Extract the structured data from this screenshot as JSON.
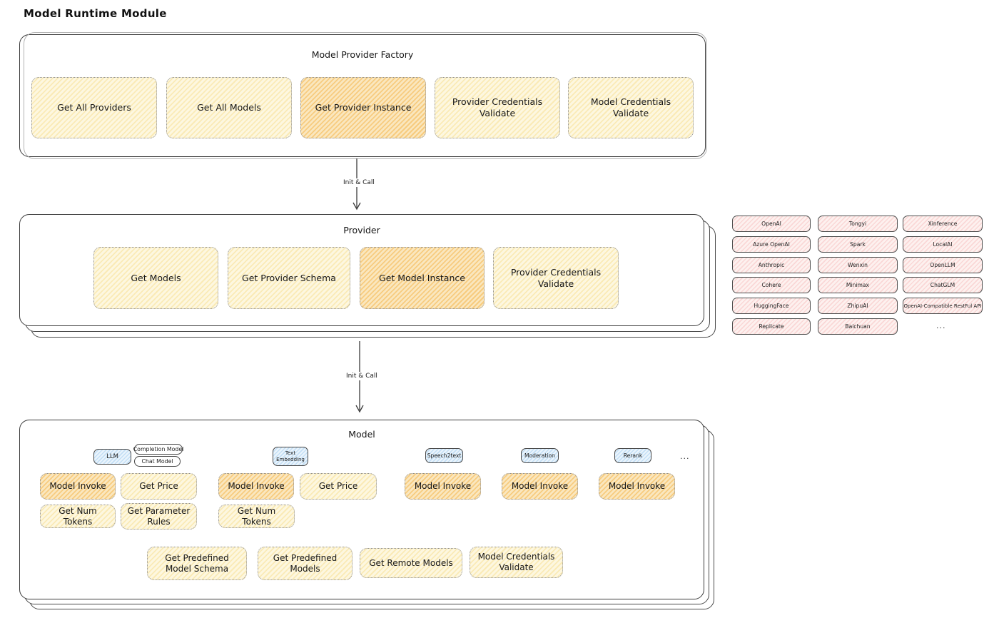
{
  "page": {
    "title": "Model Runtime Module"
  },
  "arrows": {
    "label1": "Init & Call",
    "label2": "Init & Call"
  },
  "factory": {
    "title": "Model Provider Factory",
    "buttons": [
      {
        "label": "Get All Providers",
        "highlighted": false
      },
      {
        "label": "Get All Models",
        "highlighted": false
      },
      {
        "label": "Get Provider Instance",
        "highlighted": true
      },
      {
        "label": "Provider Credentials Validate",
        "highlighted": false
      },
      {
        "label": "Model Credentials Validate",
        "highlighted": false
      }
    ]
  },
  "provider": {
    "title": "Provider",
    "buttons": [
      {
        "label": "Get Models",
        "highlighted": false
      },
      {
        "label": "Get Provider Schema",
        "highlighted": false
      },
      {
        "label": "Get Model Instance",
        "highlighted": true
      },
      {
        "label": "Provider Credentials Validate",
        "highlighted": false
      }
    ]
  },
  "providers_grid": {
    "columns": [
      [
        "OpenAI",
        "Azure OpenAI",
        "Anthropic",
        "Cohere",
        "HuggingFace",
        "Replicate"
      ],
      [
        "Tongyi",
        "Spark",
        "Wenxin",
        "Minimax",
        "ZhipuAI",
        "Baichuan"
      ],
      [
        "Xinference",
        "LocalAI",
        "OpenLLM",
        "ChatGLM",
        "OpenAI-Compatible RestFul API"
      ]
    ],
    "ellipsis": "..."
  },
  "model": {
    "title": "Model",
    "tags": {
      "llm": "LLM",
      "completion": "Completion Model",
      "chat": "Chat Model",
      "embedding": "Text Embedding",
      "speech2text": "Speech2text",
      "moderation": "Moderation",
      "rerank": "Rerank"
    },
    "tags_ellipsis": "...",
    "row1": [
      "Model Invoke",
      "Get Price",
      "Model Invoke",
      "Get Price",
      "Model Invoke",
      "Model Invoke",
      "Model Invoke"
    ],
    "row1_highlighted": [
      true,
      false,
      true,
      false,
      true,
      true,
      true
    ],
    "row2": [
      "Get Num Tokens",
      "Get Parameter Rules",
      "Get Num Tokens"
    ],
    "row3": [
      "Get Predefined Model Schema",
      "Get Predefined Models",
      "Get Remote Models",
      "Model Credentials Validate"
    ]
  },
  "colors": {
    "panel_border": "#3c3c3c",
    "yellow_fill": "#fdf7e0",
    "orange_highlight_fill": "#fae7bf",
    "pink_fill": "#fdf1ef",
    "blue_tag_fill": "#eaf4fc"
  }
}
